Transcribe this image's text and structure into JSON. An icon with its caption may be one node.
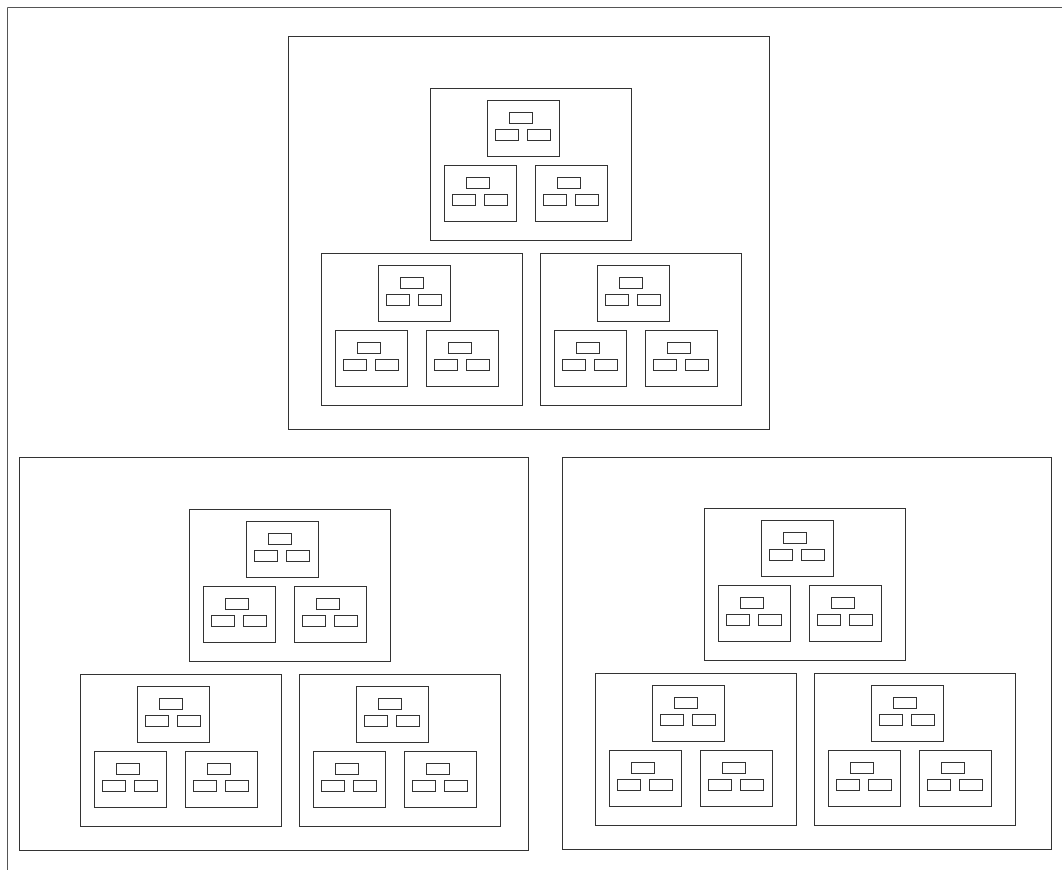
{
  "diagram": {
    "nodes": [
      {
        "text": [],
        "shape": "box"
      },
      {
        "text": [],
        "shape": "box",
        "in": 0
      },
      {
        "text": [],
        "shape": "box",
        "in": 1
      },
      {
        "text": [],
        "shape": "box",
        "in": 2
      },
      {
        "text": [],
        "shape": "box",
        "in": 2
      },
      {
        "text": [],
        "shape": "box",
        "in": 2
      },
      {
        "text": [],
        "shape": "box",
        "in": 1
      },
      {
        "text": [],
        "shape": "box",
        "in": 6
      },
      {
        "text": [],
        "shape": "box",
        "in": 6
      },
      {
        "text": [],
        "shape": "box",
        "in": 6
      },
      {
        "text": [],
        "shape": "box",
        "in": 1
      },
      {
        "text": [],
        "shape": "box",
        "in": 10
      },
      {
        "text": [],
        "shape": "box",
        "in": 10
      },
      {
        "text": [],
        "shape": "box",
        "in": 10
      },
      {
        "text": [],
        "shape": "box",
        "in": 0
      },
      {
        "text": [],
        "shape": "box",
        "in": 14
      },
      {
        "text": [],
        "shape": "box",
        "in": 15
      },
      {
        "text": [],
        "shape": "box",
        "in": 15
      },
      {
        "text": [],
        "shape": "box",
        "in": 15
      },
      {
        "text": [],
        "shape": "box",
        "in": 14
      },
      {
        "text": [],
        "shape": "box",
        "in": 19
      },
      {
        "text": [],
        "shape": "box",
        "in": 19
      },
      {
        "text": [],
        "shape": "box",
        "in": 19
      },
      {
        "text": [],
        "shape": "box",
        "in": 14
      },
      {
        "text": [],
        "shape": "box",
        "in": 23
      },
      {
        "text": [],
        "shape": "box",
        "in": 23
      },
      {
        "text": [],
        "shape": "box",
        "in": 23
      },
      {
        "text": [],
        "shape": "box",
        "in": 0
      },
      {
        "text": [],
        "shape": "box",
        "in": 27
      },
      {
        "text": [],
        "shape": "box",
        "in": 28
      },
      {
        "text": [],
        "shape": "box",
        "in": 28
      },
      {
        "text": [],
        "shape": "box",
        "in": 28
      },
      {
        "text": [],
        "shape": "box",
        "in": 27
      },
      {
        "text": [],
        "shape": "box",
        "in": 32
      },
      {
        "text": [],
        "shape": "box",
        "in": 32
      },
      {
        "text": [],
        "shape": "box",
        "in": 32
      },
      {
        "text": [],
        "shape": "box",
        "in": 27
      },
      {
        "text": [],
        "shape": "box",
        "in": 36
      },
      {
        "text": [],
        "shape": "box",
        "in": 36
      },
      {
        "text": [],
        "shape": "box",
        "in": 36
      },
      {
        "text": [],
        "shape": "box"
      },
      {
        "text": [],
        "shape": "box",
        "in": 40
      },
      {
        "text": [],
        "shape": "box",
        "in": 41
      },
      {
        "text": [],
        "shape": "box",
        "in": 42
      },
      {
        "text": [],
        "shape": "box",
        "in": 42
      },
      {
        "text": [],
        "shape": "box",
        "in": 42
      },
      {
        "text": [],
        "shape": "box",
        "in": 41
      },
      {
        "text": [],
        "shape": "box",
        "in": 46
      },
      {
        "text": [],
        "shape": "box",
        "in": 46
      },
      {
        "text": [],
        "shape": "box",
        "in": 46
      },
      {
        "text": [],
        "shape": "box",
        "in": 41
      },
      {
        "text": [],
        "shape": "box",
        "in": 50
      },
      {
        "text": [],
        "shape": "box",
        "in": 50
      },
      {
        "text": [],
        "shape": "box",
        "in": 50
      },
      {
        "text": [],
        "shape": "box",
        "in": 40
      },
      {
        "text": [],
        "shape": "box",
        "in": 54
      },
      {
        "text": [],
        "shape": "box",
        "in": 55
      },
      {
        "text": [],
        "shape": "box",
        "in": 55
      },
      {
        "text": [],
        "shape": "box",
        "in": 55
      },
      {
        "text": [],
        "shape": "box",
        "in": 54
      },
      {
        "text": [],
        "shape": "box",
        "in": 59
      },
      {
        "text": [],
        "shape": "box",
        "in": 59
      },
      {
        "text": [],
        "shape": "box",
        "in": 59
      },
      {
        "text": [],
        "shape": "box",
        "in": 54
      },
      {
        "text": [],
        "shape": "box",
        "in": 63
      },
      {
        "text": [],
        "shape": "box",
        "in": 63
      },
      {
        "text": [],
        "shape": "box",
        "in": 63
      },
      {
        "text": [],
        "shape": "box",
        "in": 40
      },
      {
        "text": [],
        "shape": "box",
        "in": 67
      },
      {
        "text": [],
        "shape": "box",
        "in": 68
      },
      {
        "text": [],
        "shape": "box",
        "in": 68
      },
      {
        "text": [],
        "shape": "box",
        "in": 68
      },
      {
        "text": [],
        "shape": "box",
        "in": 67
      },
      {
        "text": [],
        "shape": "box",
        "in": 72
      },
      {
        "text": [],
        "shape": "box",
        "in": 72
      },
      {
        "text": [],
        "shape": "box",
        "in": 72
      },
      {
        "text": [],
        "shape": "box",
        "in": 67
      },
      {
        "text": [],
        "shape": "box",
        "in": 76
      },
      {
        "text": [],
        "shape": "box",
        "in": 76
      },
      {
        "text": [],
        "shape": "box",
        "in": 76
      },
      {
        "text": [],
        "shape": "box"
      },
      {
        "text": [],
        "shape": "box",
        "in": 80
      },
      {
        "text": [],
        "shape": "box",
        "in": 81
      },
      {
        "text": [],
        "shape": "box",
        "in": 82
      },
      {
        "text": [],
        "shape": "box",
        "in": 82
      },
      {
        "text": [],
        "shape": "box",
        "in": 82
      },
      {
        "text": [],
        "shape": "box",
        "in": 81
      },
      {
        "text": [],
        "shape": "box",
        "in": 86
      },
      {
        "text": [],
        "shape": "box",
        "in": 86
      },
      {
        "text": [],
        "shape": "box",
        "in": 86
      },
      {
        "text": [],
        "shape": "box",
        "in": 81
      },
      {
        "text": [],
        "shape": "box",
        "in": 90
      },
      {
        "text": [],
        "shape": "box",
        "in": 90
      },
      {
        "text": [],
        "shape": "box",
        "in": 90
      },
      {
        "text": [],
        "shape": "box",
        "in": 80
      },
      {
        "text": [],
        "shape": "box",
        "in": 94
      },
      {
        "text": [],
        "shape": "box",
        "in": 95
      },
      {
        "text": [],
        "shape": "box",
        "in": 95
      },
      {
        "text": [],
        "shape": "box",
        "in": 95
      },
      {
        "text": [],
        "shape": "box",
        "in": 94
      },
      {
        "text": [],
        "shape": "box",
        "in": 99
      },
      {
        "text": [],
        "shape": "box",
        "in": 99
      },
      {
        "text": [],
        "shape": "box",
        "in": 99
      },
      {
        "text": [],
        "shape": "box",
        "in": 94
      },
      {
        "text": [],
        "shape": "box",
        "in": 103
      },
      {
        "text": [],
        "shape": "box",
        "in": 103
      },
      {
        "text": [],
        "shape": "box",
        "in": 103
      },
      {
        "text": [],
        "shape": "box",
        "in": 80
      },
      {
        "text": [],
        "shape": "box",
        "in": 107
      },
      {
        "text": [],
        "shape": "box",
        "in": 108
      },
      {
        "text": [],
        "shape": "box",
        "in": 108
      },
      {
        "text": [],
        "shape": "box",
        "in": 108
      },
      {
        "text": [],
        "shape": "box",
        "in": 107
      },
      {
        "text": [],
        "shape": "box",
        "in": 112
      },
      {
        "text": [],
        "shape": "box",
        "in": 112
      },
      {
        "text": [],
        "shape": "box",
        "in": 112
      },
      {
        "text": [],
        "shape": "box",
        "in": 107
      },
      {
        "text": [],
        "shape": "box",
        "in": 116
      },
      {
        "text": [],
        "shape": "box",
        "in": 116
      },
      {
        "text": [],
        "shape": "box",
        "in": 116
      }
    ]
  }
}
